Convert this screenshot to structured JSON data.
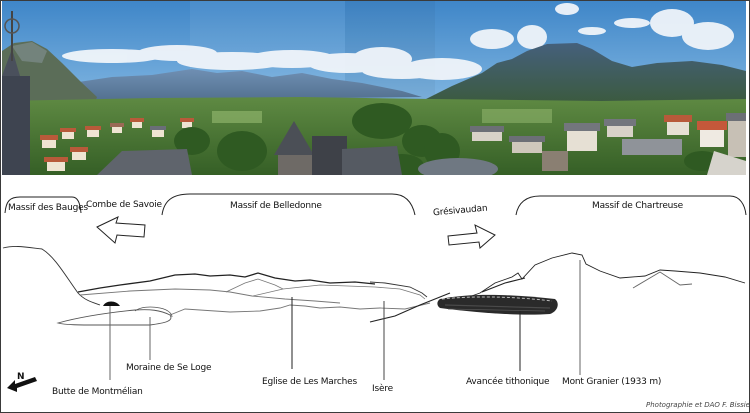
{
  "figure": {
    "type": "annotated panorama",
    "photo_panels": 4,
    "credit": "Photographie et DAO F. Bissiel"
  },
  "brackets": [
    {
      "label": "Massif des Bauges"
    },
    {
      "label": "Massif de Belledonne"
    },
    {
      "label": "Massif de Chartreuse"
    }
  ],
  "arrows": [
    {
      "label": "Combe de Savoie",
      "direction": "left"
    },
    {
      "label": "Grésivaudan",
      "direction": "right"
    }
  ],
  "callouts": [
    {
      "label": "Butte de Montmélian"
    },
    {
      "label": "Moraine de Se Loge"
    },
    {
      "label": "Eglise de Les Marches"
    },
    {
      "label": "Isère"
    },
    {
      "label": "Avancée tithonique"
    },
    {
      "label": "Mont Granier (1933 m)"
    }
  ],
  "north_arrow": {
    "label": "N"
  },
  "colors": {
    "sky_top": "#3f86c8",
    "sky_bottom": "#a9cdeb",
    "mountain": "#4f6a8a",
    "vegetation": "#3d6b2a",
    "roof_red": "#b85a3a",
    "roof_slate": "#5c6068",
    "line": "#222222",
    "line_grey": "#777777"
  }
}
